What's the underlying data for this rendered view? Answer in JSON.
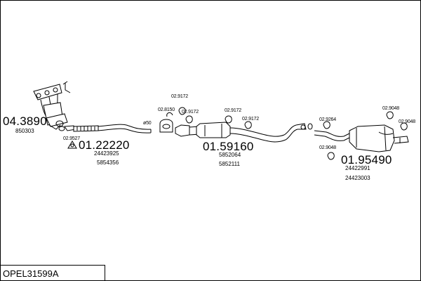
{
  "diagram": {
    "code": "OPEL31599A",
    "part_numbers": {
      "manifold": "04.3890",
      "front_pipe": "01.22220",
      "middle_silencer": "01.59160",
      "rear_silencer": "01.95490"
    },
    "oe_references": {
      "manifold": [
        "850303"
      ],
      "front_pipe": [
        "24423925",
        "5854356"
      ],
      "middle_silencer": [
        "5852064",
        "5852111"
      ],
      "rear_silencer": [
        "24422991",
        "24423003"
      ]
    },
    "accessories": {
      "gasket_front": "02.9527",
      "clamp_a": "02.8150",
      "hanger_a": "02.9172",
      "hanger_b": "02.9172",
      "hanger_c": "02.9172",
      "hanger_d": "02.9172",
      "hanger_rear_a": "02.9264",
      "hanger_rear_b": "02.9048",
      "hanger_rear_c": "02.9048",
      "hanger_rear_d": "02.9048"
    },
    "diameter_label": "ø50"
  }
}
